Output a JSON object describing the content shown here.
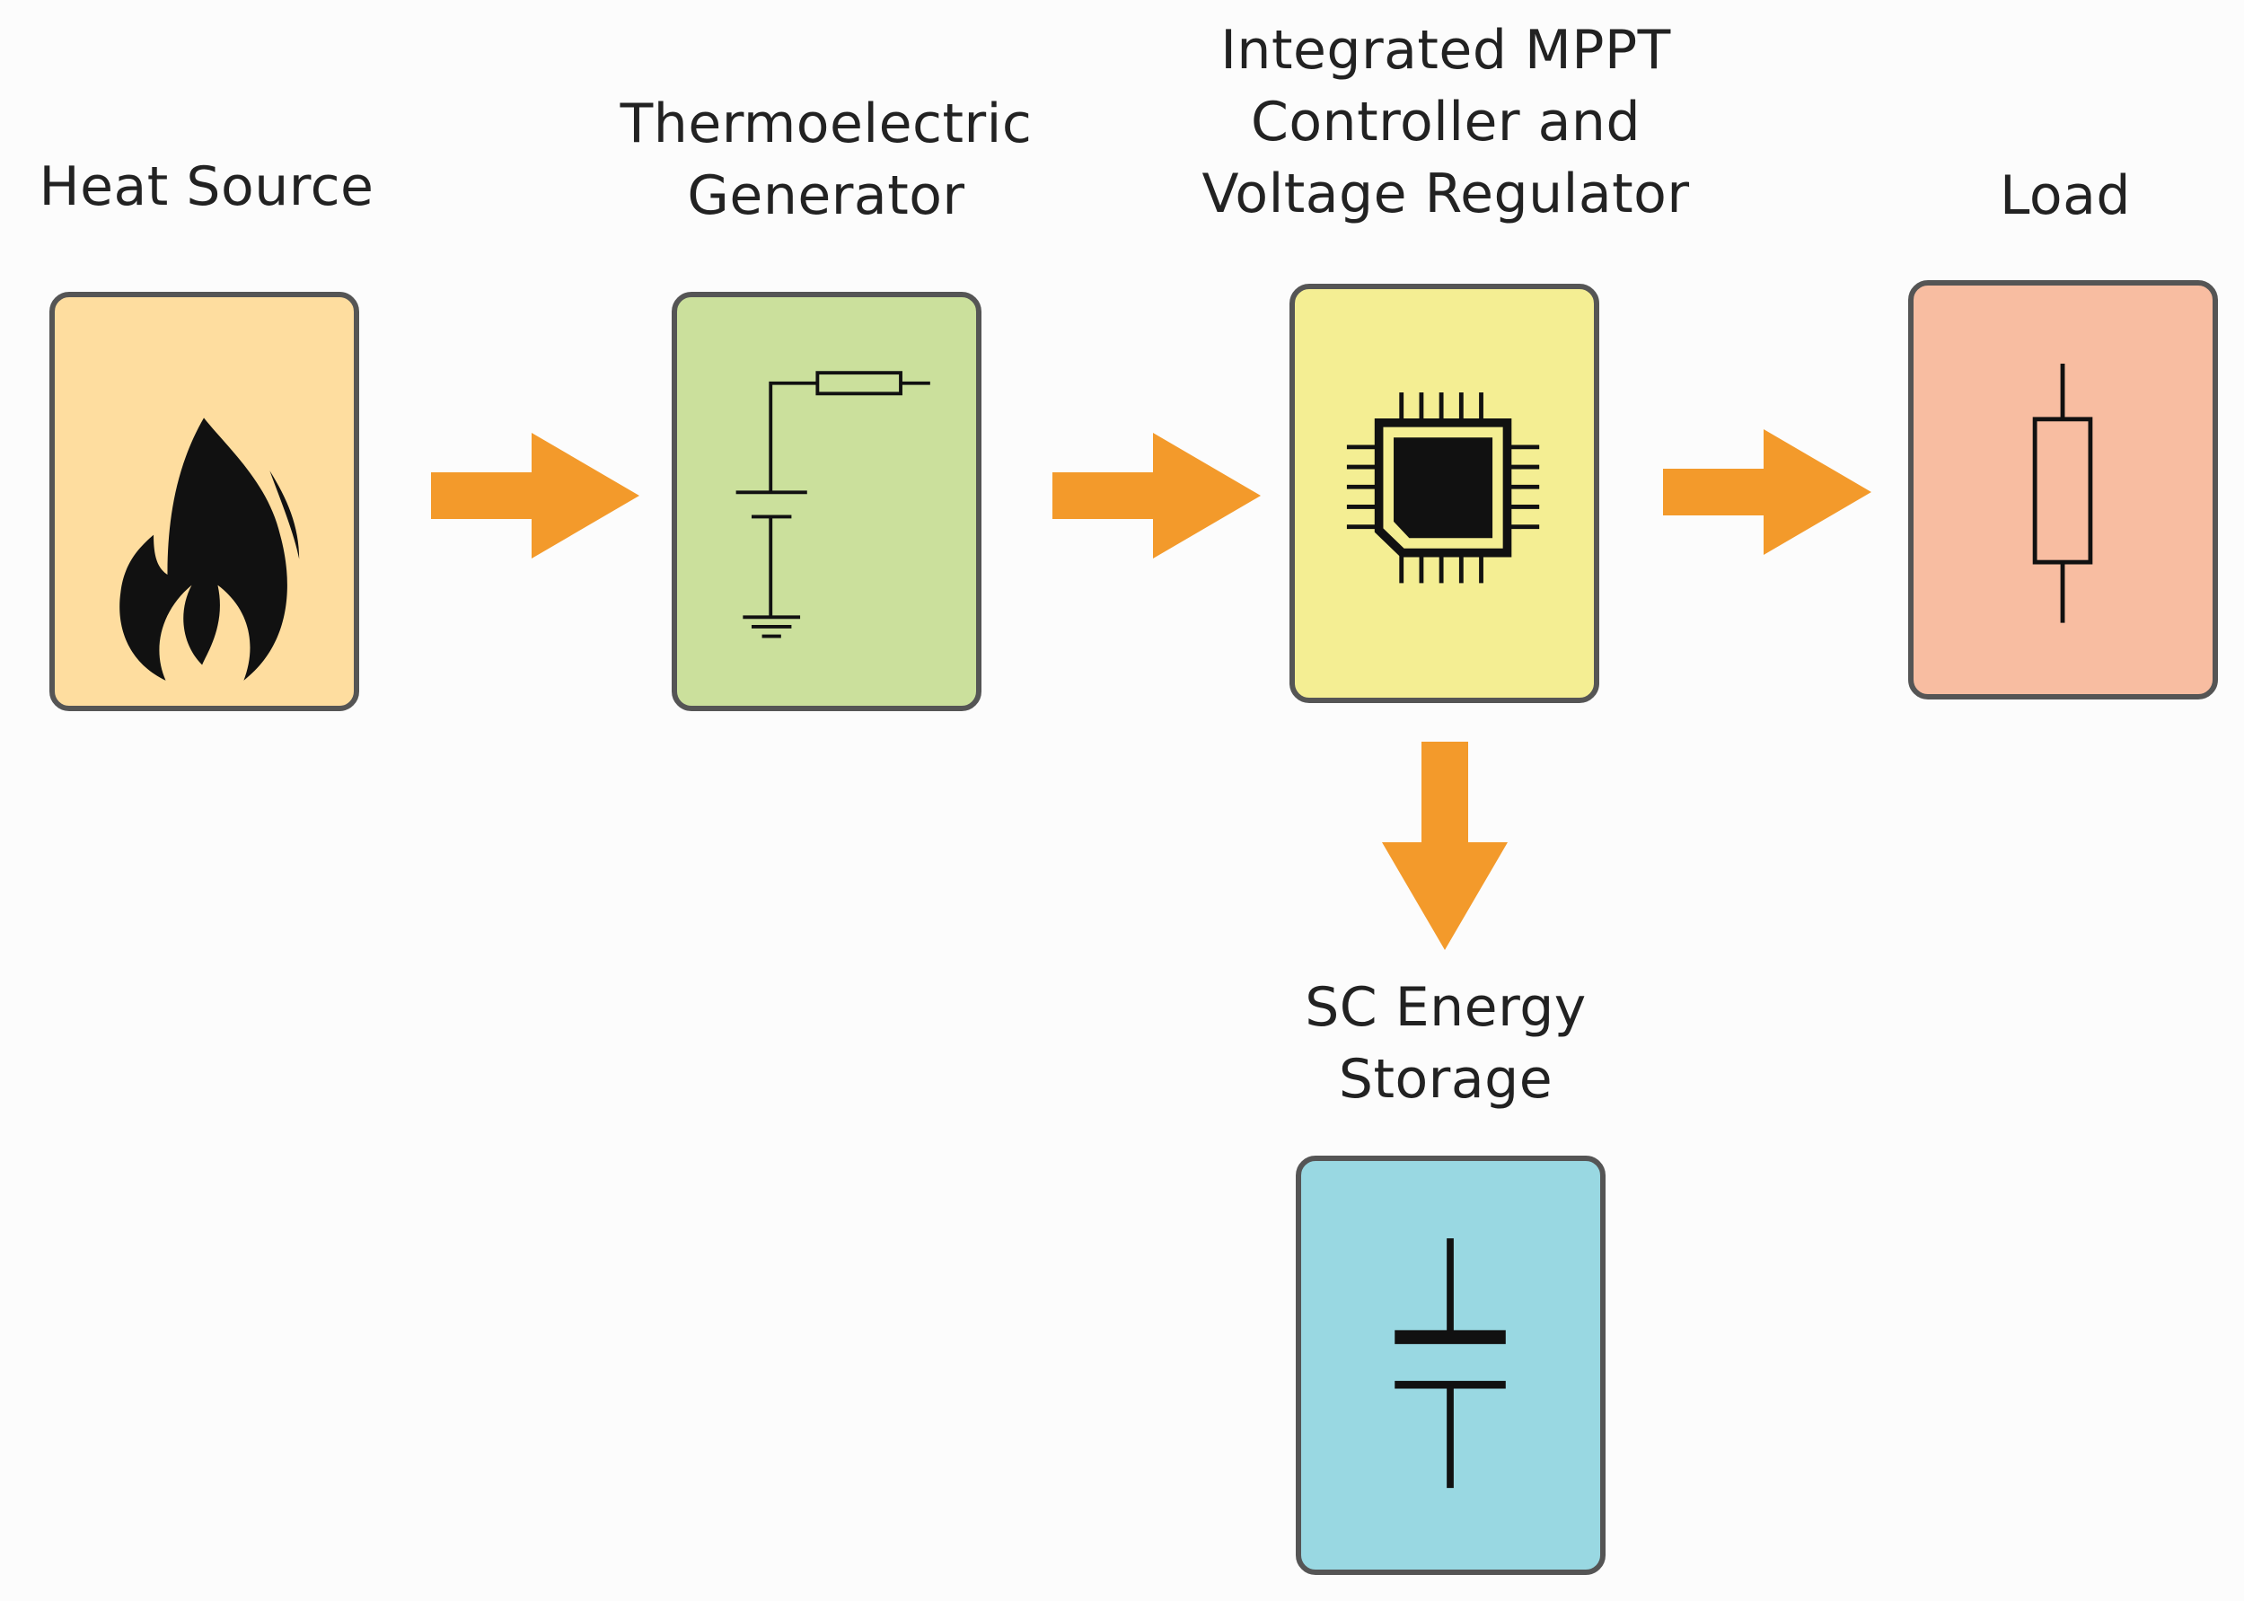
{
  "colors": {
    "arrow": "#f39a2b",
    "border": "#555555",
    "icon": "#111111",
    "heat_source_fill": "#fedd9f",
    "teg_fill": "#cbe09c",
    "mppt_fill": "#f4ee93",
    "load_fill": "#f8bda1",
    "storage_fill": "#99d8e2"
  },
  "blocks": {
    "heat_source": {
      "label": "Heat Source",
      "icon": "flame-icon"
    },
    "teg": {
      "label": "Thermoelectric\nGenerator",
      "icon": "teg-circuit-icon"
    },
    "mppt": {
      "label": "Integrated MPPT\nController and\nVoltage Regulator",
      "icon": "microchip-icon"
    },
    "load": {
      "label": "Load",
      "icon": "resistor-icon"
    },
    "storage": {
      "label": "SC Energy\nStorage",
      "icon": "capacitor-icon"
    }
  },
  "arrows": [
    {
      "from": "Heat Source",
      "to": "Thermoelectric Generator"
    },
    {
      "from": "Thermoelectric Generator",
      "to": "Integrated MPPT Controller and Voltage Regulator"
    },
    {
      "from": "Integrated MPPT Controller and Voltage Regulator",
      "to": "Load"
    },
    {
      "from": "Integrated MPPT Controller and Voltage Regulator",
      "to": "SC Energy Storage"
    }
  ]
}
